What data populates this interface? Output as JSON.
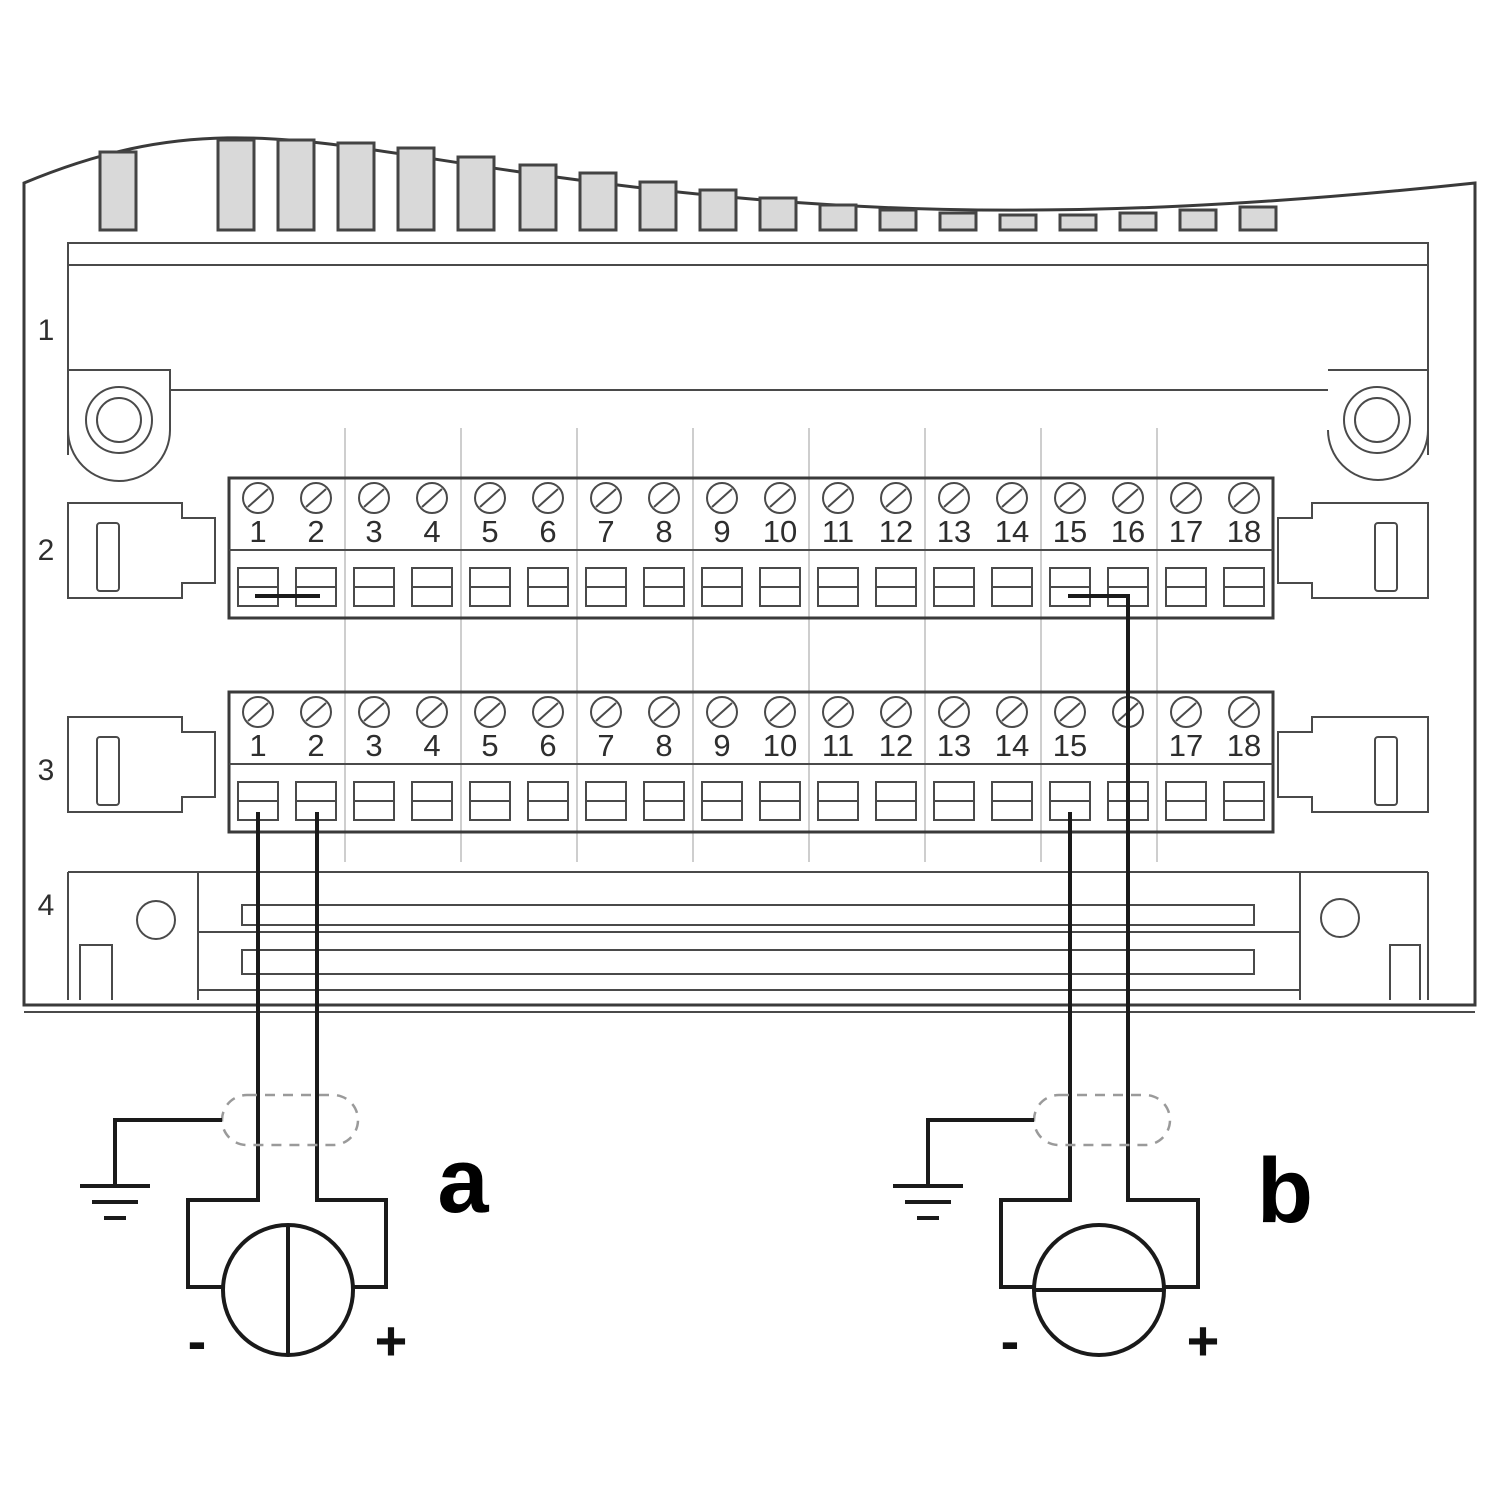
{
  "section_labels": [
    "1",
    "2",
    "3",
    "4"
  ],
  "terminals": [
    "1",
    "2",
    "3",
    "4",
    "5",
    "6",
    "7",
    "8",
    "9",
    "10",
    "11",
    "12",
    "13",
    "14",
    "15",
    "16",
    "17",
    "18"
  ],
  "circuits": [
    {
      "id": "a",
      "label": "a",
      "minus": "-",
      "plus": "+"
    },
    {
      "id": "b",
      "label": "b",
      "minus": "-",
      "plus": "+"
    }
  ]
}
